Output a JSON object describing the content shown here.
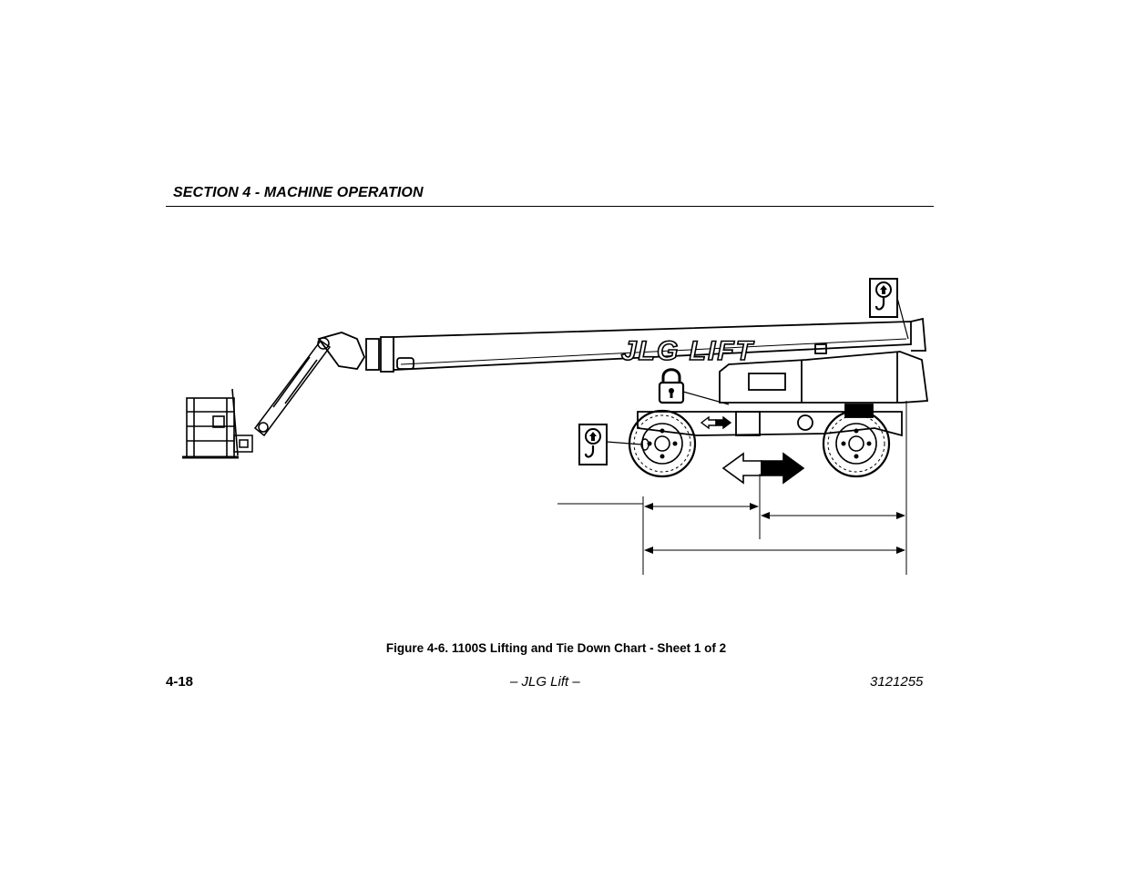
{
  "header": {
    "section_title": "SECTION 4 - MACHINE OPERATION"
  },
  "figure": {
    "boom_logo": "JLG LIFT",
    "icons": [
      "lift-point-hook-icon",
      "tie-down-padlock-icon",
      "lift-point-hook-icon"
    ],
    "caption": "Figure 4-6. 1100S Lifting and Tie Down Chart - Sheet 1 of 2"
  },
  "footer": {
    "page_number": "4-18",
    "center_text": "– JLG Lift –",
    "doc_number": "3121255"
  }
}
